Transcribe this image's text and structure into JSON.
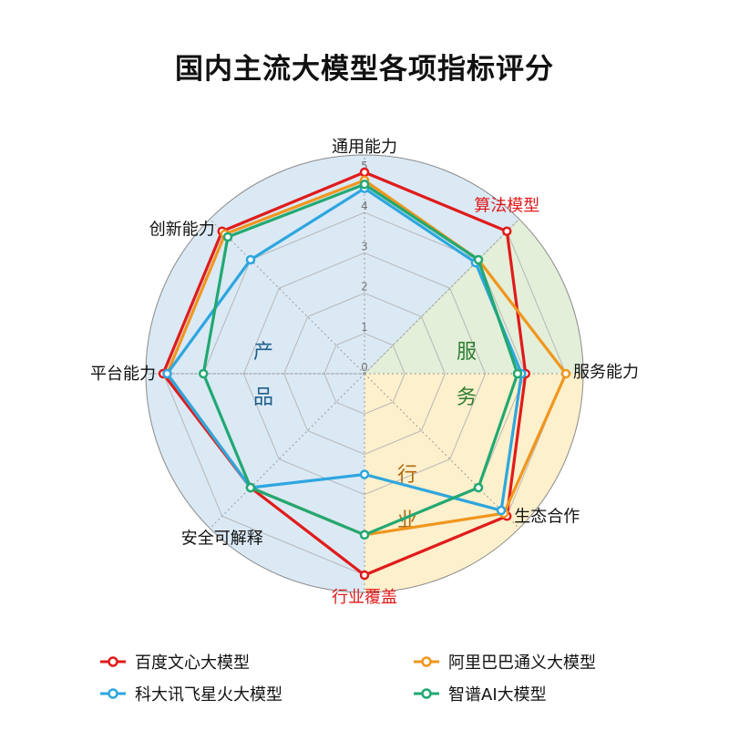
{
  "title": "国内主流大模型各项指标评分",
  "chart_data": {
    "type": "radar",
    "title": "国内主流大模型各项指标评分",
    "axes": [
      "通用能力",
      "算法模型",
      "服务能力",
      "生态合作",
      "行业覆盖",
      "安全可解释",
      "平台能力",
      "创新能力"
    ],
    "highlight_axes": [
      "算法模型",
      "行业覆盖"
    ],
    "rlim": [
      0,
      5
    ],
    "ticks": [
      "0",
      "1",
      "2",
      "3",
      "4",
      "5"
    ],
    "sectors": [
      {
        "label": [
          "产",
          "品"
        ],
        "color": "#1f5f8b",
        "fill": "#dbe9f5"
      },
      {
        "label": [
          "服",
          "务"
        ],
        "color": "#2e7d32",
        "fill": "#e3efd9"
      },
      {
        "label": [
          "行",
          "业"
        ],
        "color": "#b06a10",
        "fill": "#fdf0cc"
      }
    ],
    "series": [
      {
        "name": "百度文心大模型",
        "color": "#e01b1b",
        "values": [
          5,
          5,
          4,
          5,
          5,
          4,
          5,
          5
        ]
      },
      {
        "name": "阿里巴巴通义大模型",
        "color": "#f0961e",
        "values": [
          4.8,
          4,
          5,
          4.9,
          4,
          4,
          4.9,
          4.9
        ]
      },
      {
        "name": "科大讯飞星火大模型",
        "color": "#2ea6de",
        "values": [
          4.6,
          3.9,
          3.9,
          4.8,
          2.5,
          4,
          4.9,
          4
        ]
      },
      {
        "name": "智谱AI大模型",
        "color": "#22a872",
        "values": [
          4.7,
          4,
          3.8,
          4,
          4,
          4,
          4,
          4.8
        ]
      }
    ]
  }
}
